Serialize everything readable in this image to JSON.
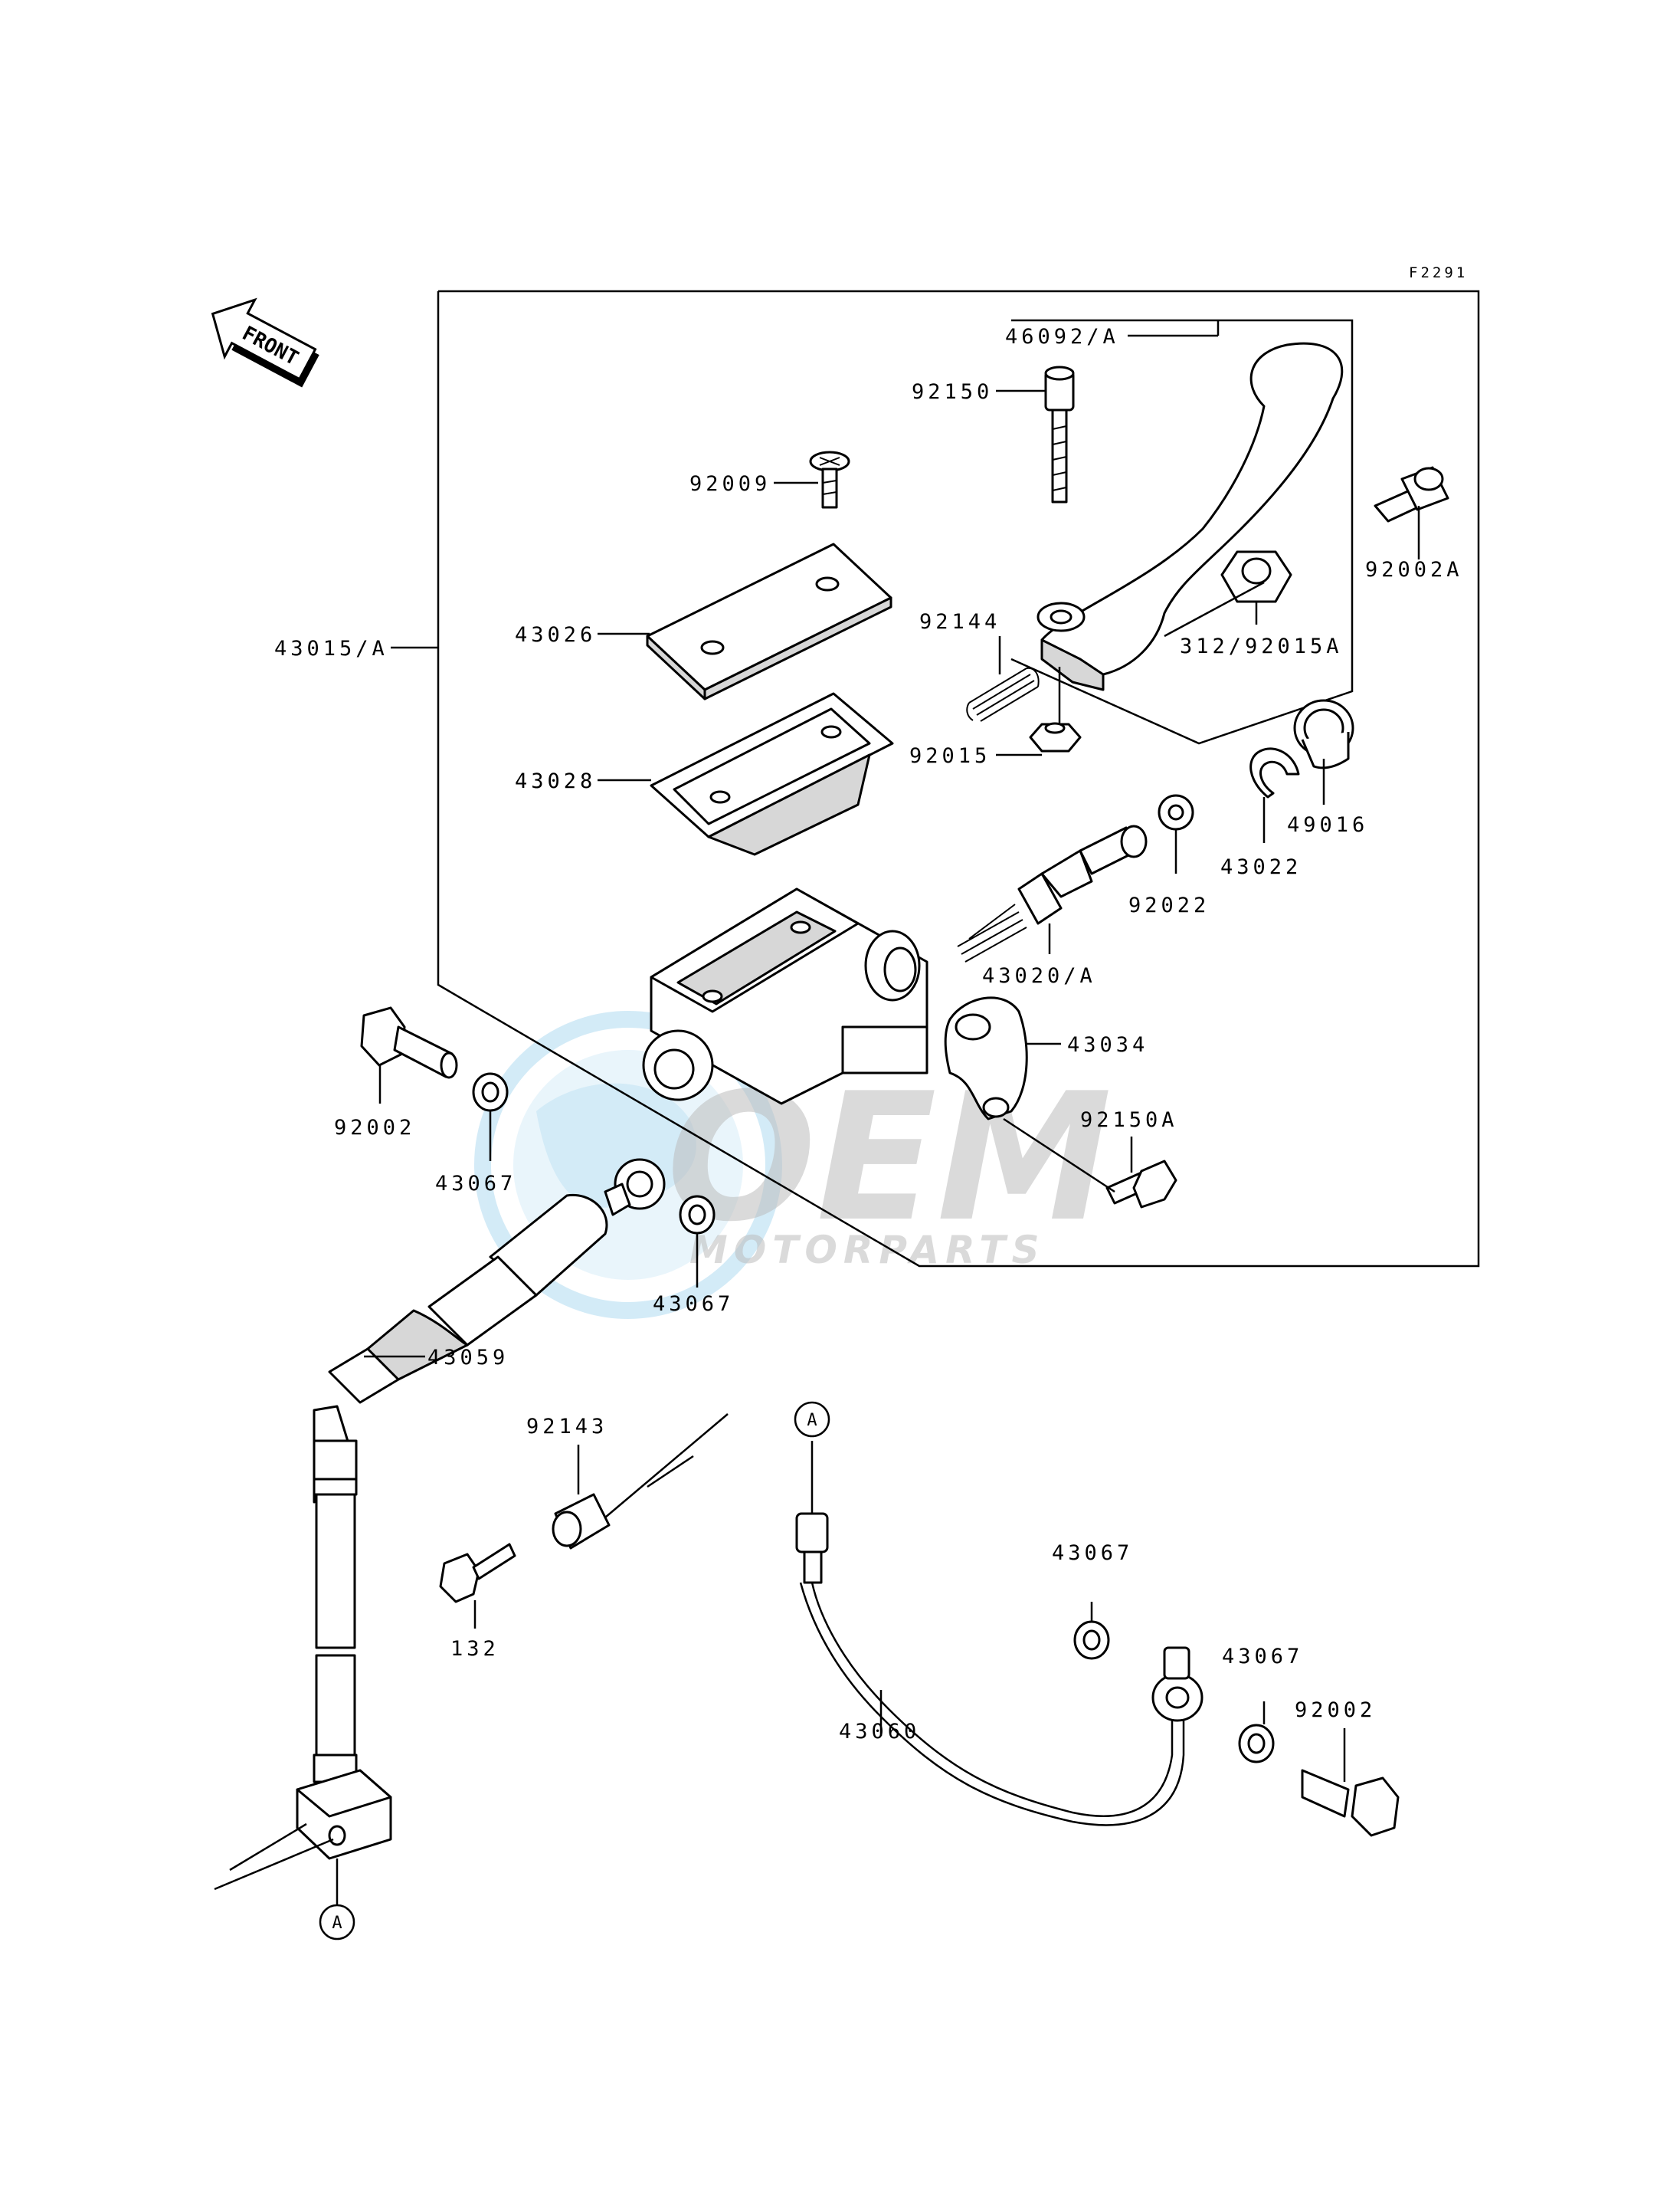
{
  "diagram": {
    "code": "F2291",
    "front_label": "FRONT",
    "watermark": {
      "brand": "OEM",
      "sub": "MOTORPARTS",
      "colors": {
        "globe": "#9fd3ee",
        "text": "#bdbdbd"
      }
    },
    "labels": [
      {
        "id": "46092A",
        "text": "46092/A"
      },
      {
        "id": "92150",
        "text": "92150"
      },
      {
        "id": "92009",
        "text": "92009"
      },
      {
        "id": "92002A",
        "text": "92002A"
      },
      {
        "id": "43015A",
        "text": "43015/A"
      },
      {
        "id": "43026",
        "text": "43026"
      },
      {
        "id": "92144",
        "text": "92144"
      },
      {
        "id": "312_92015A",
        "text": "312/92015A"
      },
      {
        "id": "92015",
        "text": "92015"
      },
      {
        "id": "43028",
        "text": "43028"
      },
      {
        "id": "49016",
        "text": "49016"
      },
      {
        "id": "43022",
        "text": "43022"
      },
      {
        "id": "92022",
        "text": "92022"
      },
      {
        "id": "43020A",
        "text": "43020/A"
      },
      {
        "id": "43034",
        "text": "43034"
      },
      {
        "id": "92150A",
        "text": "92150A"
      },
      {
        "id": "92002_left",
        "text": "92002"
      },
      {
        "id": "43067_a",
        "text": "43067"
      },
      {
        "id": "43067_b",
        "text": "43067"
      },
      {
        "id": "43059",
        "text": "43059"
      },
      {
        "id": "92143",
        "text": "92143"
      },
      {
        "id": "132",
        "text": "132"
      },
      {
        "id": "43067_c",
        "text": "43067"
      },
      {
        "id": "43067_d",
        "text": "43067"
      },
      {
        "id": "92002_right",
        "text": "92002"
      },
      {
        "id": "43060",
        "text": "43060"
      }
    ],
    "callouts": [
      {
        "id": "A_top",
        "text": "A"
      },
      {
        "id": "A_bottom",
        "text": "A"
      }
    ]
  }
}
